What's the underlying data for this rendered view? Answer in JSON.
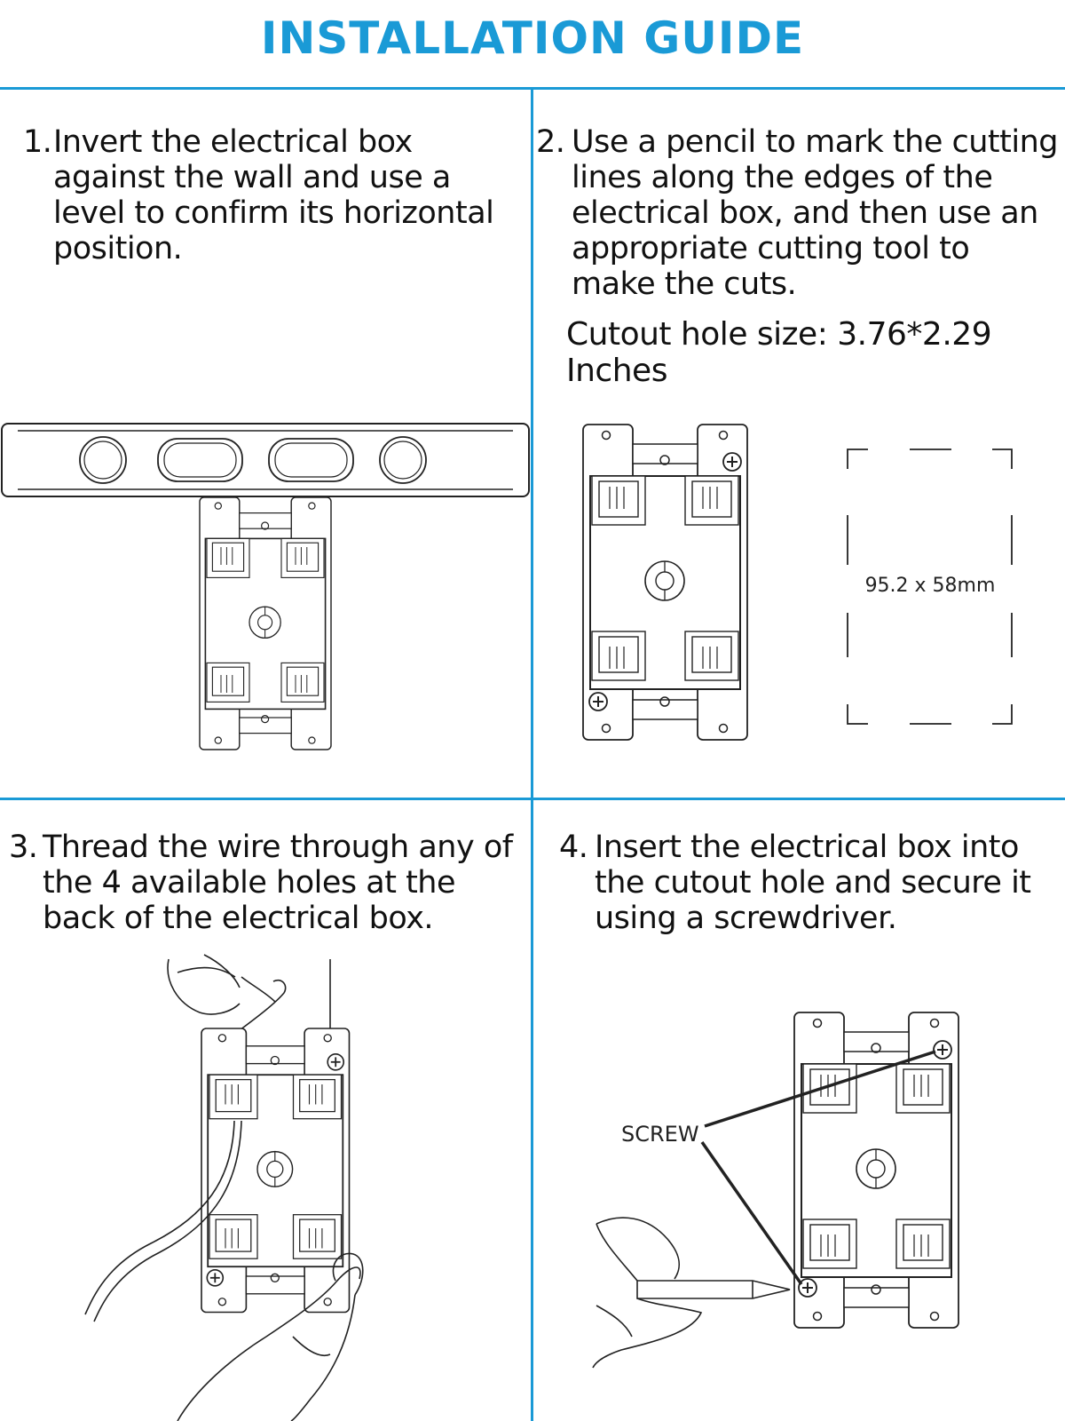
{
  "title": "INSTALLATION GUIDE",
  "accent_color": "#1a9ad6",
  "steps": [
    {
      "number": "1.",
      "text": "Invert the electrical box against the wall and use a level to confirm its horizontal position."
    },
    {
      "number": "2.",
      "text": "Use a pencil to mark the cutting lines along the edges of the electrical box, and then use an appropriate cutting tool to make the cuts."
    },
    {
      "number": "3.",
      "text": "Thread the wire through any of the 4 available holes at the back of the electrical box."
    },
    {
      "number": "4.",
      "text": "Insert the electrical box into the cutout hole and secure it using a screwdriver."
    }
  ],
  "cutout_note": "Cutout hole size: 3.76*2.29 Inches",
  "cutout_dimension_label": "95.2 x 58mm",
  "screw_label": "SCREW",
  "icons": [
    "level-icon",
    "electrical-box-icon",
    "hand-icon",
    "pencil-icon",
    "wire-icon",
    "screw-icon"
  ]
}
